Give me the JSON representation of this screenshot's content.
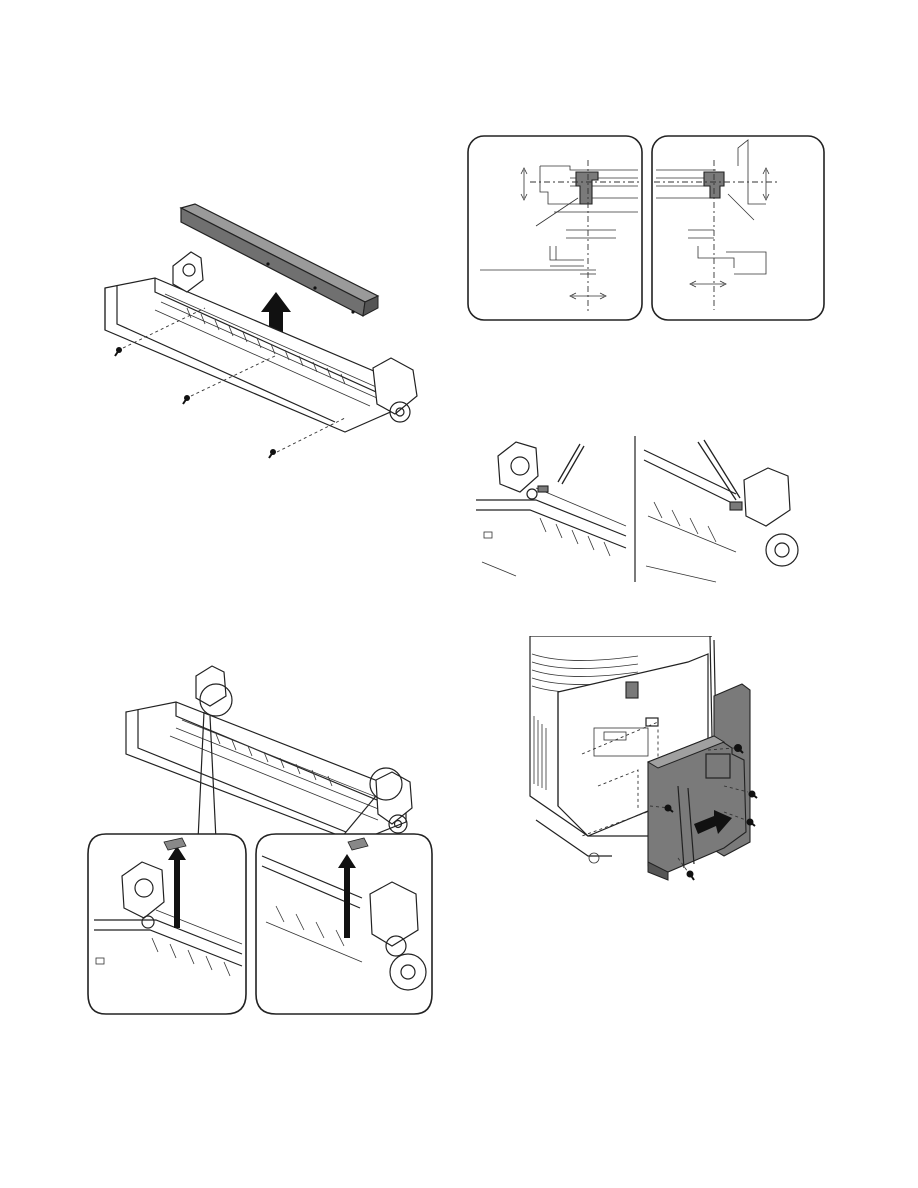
{
  "page": {
    "figures": [
      {
        "id": "fig-remove-cover-plate",
        "icon": "lift-arrow-icon"
      },
      {
        "id": "fig-position-detail",
        "icon": "adjust-arrow-icon"
      },
      {
        "id": "fig-lever-detail",
        "icon": "pin-icon"
      },
      {
        "id": "fig-remove-parts",
        "icon": "lift-arrow-icon"
      },
      {
        "id": "fig-remove-rear-cover",
        "icon": "pull-arrow-icon"
      }
    ]
  }
}
